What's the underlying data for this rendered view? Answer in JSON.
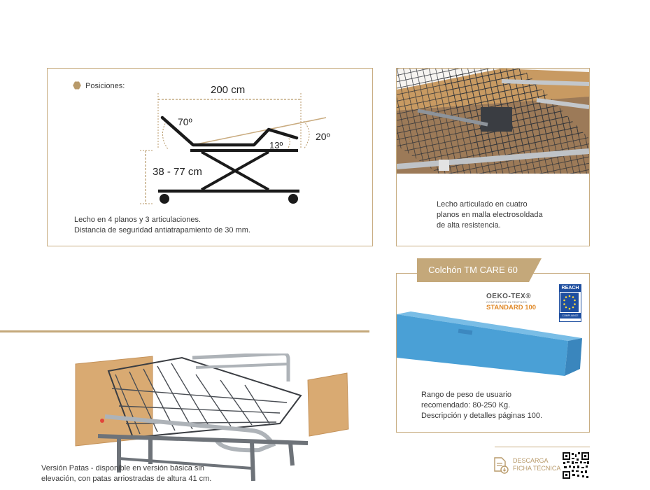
{
  "positions_panel": {
    "label": "Posiciones:",
    "width_measure": "200 cm",
    "angle_back": "70º",
    "angle_knee": "13º",
    "angle_foot": "20º",
    "height_range": "38 - 77 cm",
    "caption": [
      "Lecho en 4 planos y 3 articulaciones.",
      "Distancia de seguridad antiatrapamiento de 30 mm."
    ]
  },
  "frame_panel": {
    "caption": [
      "Lecho articulado en cuatro",
      "planos en malla electrosoldada",
      "de alta resistencia."
    ]
  },
  "mattress_panel": {
    "tag": "Colchón TM CARE 60",
    "oeko_title": "OEKO-TEX®",
    "oeko_sub": "CONFIDENCE IN TEXTILES",
    "oeko_standard": "STANDARD 100",
    "reach_top": "REACH",
    "reach_bottom": "COMPLIANCE",
    "caption": [
      "Rango de peso de usuario",
      "recomendado: 80-250 Kg.",
      "Descripción y detalles páginas 100."
    ]
  },
  "bed_photo": {
    "caption": [
      "Versión Patas - disponible en versión básica sin",
      "elevación, con patas arriostradas de altura 41 cm."
    ]
  },
  "download": {
    "line1": "DESCARGA",
    "line2": "FICHA TÉCNICA"
  },
  "colors": {
    "gold": "#c4a87a",
    "gold_dark": "#b89a6a",
    "mattress_blue": "#4aa0d6",
    "wood": "#d9aa72",
    "metal": "#8d939a"
  }
}
